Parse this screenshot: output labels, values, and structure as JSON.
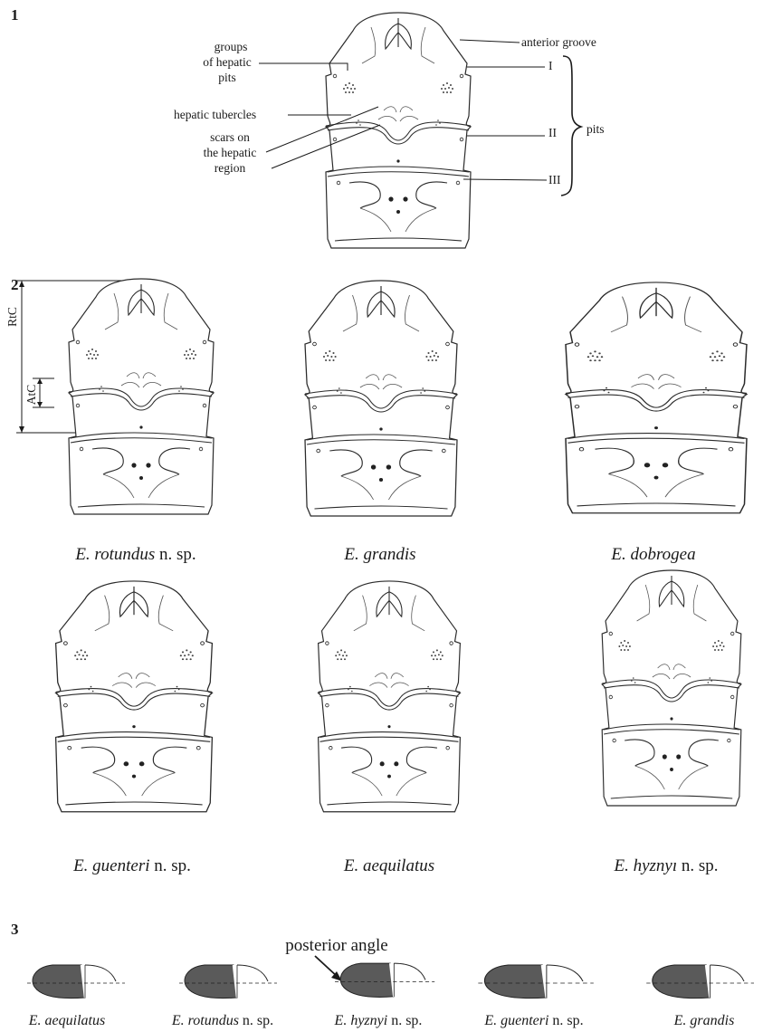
{
  "figure_numbers": {
    "fig1": "1",
    "fig2": "2",
    "fig3": "3"
  },
  "fig1_labels": {
    "groups_hepatic_pits_l1": "groups",
    "groups_hepatic_pits_l2": "of hepatic",
    "groups_hepatic_pits_l3": "pits",
    "hepatic_tubercles": "hepatic tubercles",
    "scars_l1": "scars on",
    "scars_l2": "the hepatic",
    "scars_l3": "region",
    "anterior_groove": "anterior groove",
    "pit_I": "I",
    "pit_II": "II",
    "pit_III": "III",
    "pits": "pits"
  },
  "fig2_measures": {
    "rtc": "RtC",
    "atc": "AtC"
  },
  "fig2_species": [
    {
      "name": "E. rotundus",
      "suffix": " n. sp."
    },
    {
      "name": "E. grandis",
      "suffix": ""
    },
    {
      "name": "E. dobrogea",
      "suffix": ""
    },
    {
      "name": "E. guenteri",
      "suffix": " n. sp."
    },
    {
      "name": "E. aequilatus",
      "suffix": ""
    },
    {
      "name": "E. hyznyı",
      "suffix": " n. sp."
    }
  ],
  "fig3_label": "posterior angle",
  "fig3_species": [
    {
      "name": "E. aequilatus",
      "suffix": ""
    },
    {
      "name": "E. rotundus",
      "suffix": " n. sp."
    },
    {
      "name": "E. hyznyi",
      "suffix": " n. sp."
    },
    {
      "name": "E. guenteri",
      "suffix": " n. sp."
    },
    {
      "name": "E. grandis",
      "suffix": ""
    }
  ],
  "colors": {
    "line": "#2b2b2b",
    "shade_dark": "#3a3a3a",
    "shade_light": "#9a9a9a",
    "background": "#ffffff"
  }
}
